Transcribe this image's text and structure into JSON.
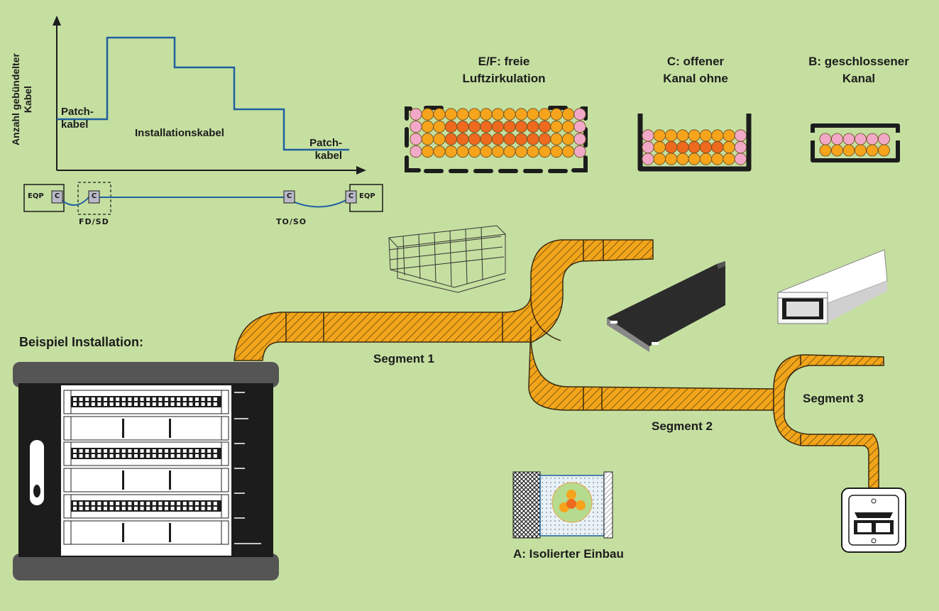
{
  "chart": {
    "ylabel_line1": "Anzahl gebündelter",
    "ylabel_line2": "Kabel",
    "patch_left_1": "Patch-",
    "patch_left_2": "kabel",
    "installation": "Installationskabel",
    "patch_right_1": "Patch-",
    "patch_right_2": "kabel",
    "eqp_left": "EQP",
    "eqp_right": "EQP",
    "connector": "C",
    "fd_sd": "FD/SD",
    "to_so": "TO/SO",
    "line_color": "#1f5fa0"
  },
  "categories": {
    "ef_line1": "E/F: freie",
    "ef_line2": "Luftzirkulation",
    "c_line1": "C: offener",
    "c_line2": "Kanal ohne",
    "b_line1": "B: geschlossener",
    "b_line2": "Kanal",
    "a_label": "A: Isolierter Einbau"
  },
  "installation": {
    "title": "Beispiel Installation:",
    "segment1": "Segment 1",
    "segment2": "Segment 2",
    "segment3": "Segment 3"
  },
  "colors": {
    "background": "#c5dfa0",
    "duct_orange": "#f2a51a",
    "cable_orange": "#f7a41d",
    "cable_dark": "#ee6a1e",
    "cable_pink": "#f2a9c8",
    "frame": "#1c1c1c",
    "rack_gray": "#555555"
  }
}
